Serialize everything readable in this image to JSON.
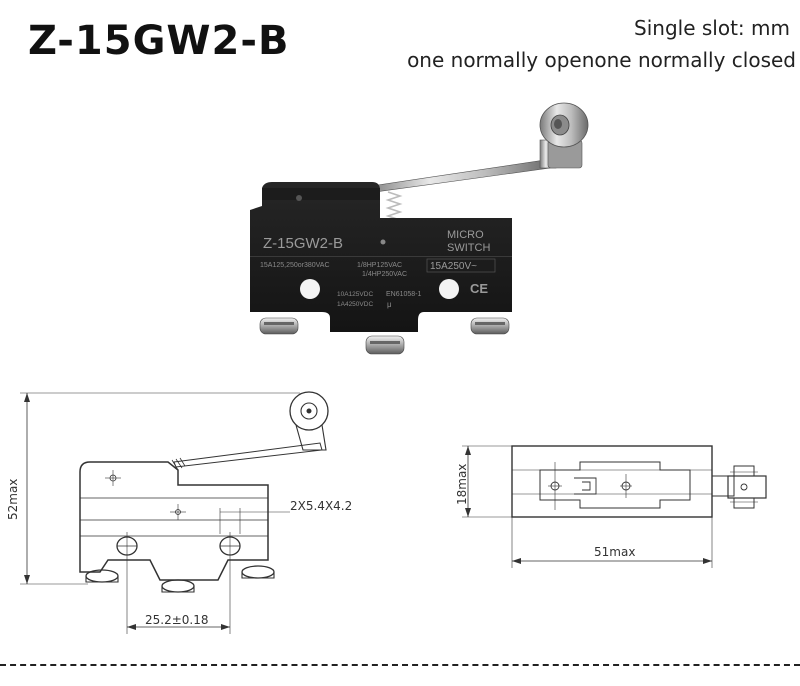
{
  "header": {
    "title": "Z-15GW2-B",
    "slot_line": "Single slot: mm",
    "contacts_line": "one normally openone normally closed"
  },
  "switch_body": {
    "model": "Z-15GW2-B",
    "brand_line1": "MICRO",
    "brand_line2": "SWITCH",
    "rating_ac_main": "15A125,250or380VAC",
    "rating_hp_1": "1/8HP125VAC",
    "rating_hp_2": "1/4HP250VAC",
    "rating_summary": "15A250V~",
    "rating_dc_1": "10A125VDC",
    "rating_dc_2": "1A4250VDC",
    "standard": "EN61058-1",
    "mu_mark": "μ",
    "ce_mark": "CE"
  },
  "dimensions": {
    "height": "52max",
    "hole_spec": "2X5.4X4.2",
    "hole_pitch": "25.2±0.18",
    "depth": "18max",
    "length": "51max"
  }
}
